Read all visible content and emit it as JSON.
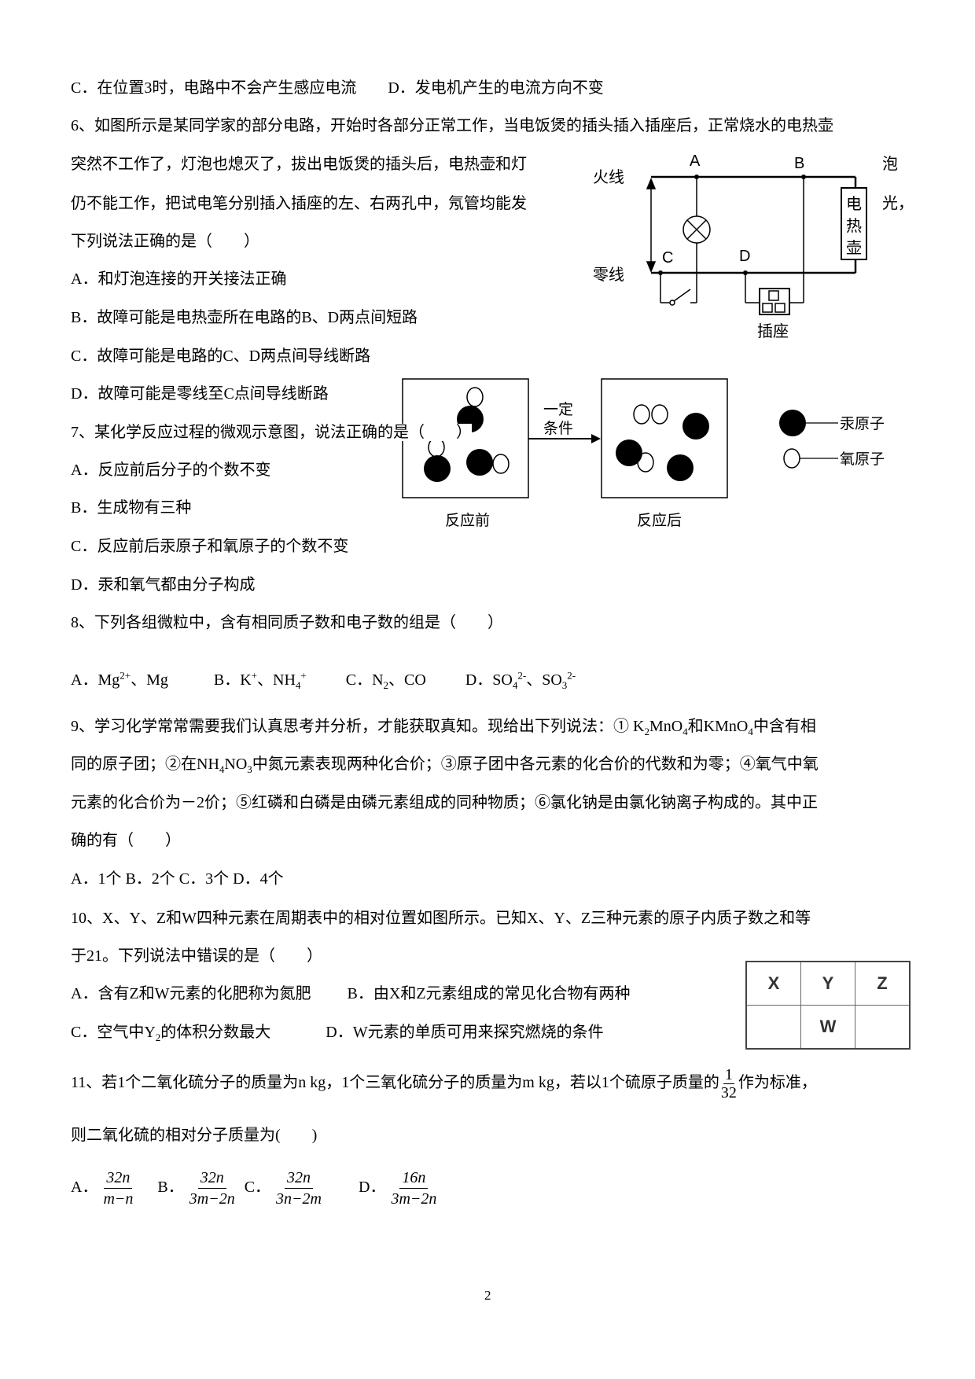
{
  "q5": {
    "optC": "C．在位置3时，电路中不会产生感应电流",
    "optD": "D．发电机产生的电流方向不变"
  },
  "q6": {
    "line1": "6、如图所示是某同学家的部分电路，开始时各部分正常工作，当电饭煲的插头插入插座后，正常烧水的电热壶",
    "line2": "突然不工作了，灯泡也熄灭了，拔出电饭煲的插头后，电热壶和灯",
    "line2_end": "泡",
    "line3": "仍不能工作，把试电笔分别插入插座的左、右两孔中，氖管均能发",
    "line3_end": "光，",
    "line4": "下列说法正确的是（　　）",
    "options": [
      "A．和灯泡连接的开关接法正确",
      "B．故障可能是电热壶所在电路的B、D两点间短路",
      "C．故障可能是电路的C、D两点间导线断路",
      "D．故障可能是零线至C点间导线断路"
    ],
    "diagram": {
      "live": "火线",
      "neutral": "零线",
      "A": "A",
      "B": "B",
      "C": "C",
      "D": "D",
      "kettle": [
        "电",
        "热",
        "壶"
      ],
      "socket": "插座"
    }
  },
  "q7": {
    "stem": "7、某化学反应过程的微观示意图，说法正确的是（　　）",
    "options": [
      "A．反应前后分子的个数不变",
      "B．生成物有三种",
      "C．反应前后汞原子和氧原子的个数不变",
      "D．汞和氧气都由分子构成"
    ],
    "figure": {
      "condition1": "一定",
      "condition2": "条件",
      "before": "反应前",
      "after": "反应后",
      "legend_hg": "汞原子",
      "legend_o": "氧原子"
    }
  },
  "q8": {
    "stem": "8、下列各组微粒中，含有相同质子数和电子数的组是（　　）",
    "A": {
      "label": "A．Mg",
      "sup": "2+",
      "rest": "、Mg"
    },
    "B": {
      "label": "B．K",
      "sup": "+",
      "mid": "、NH",
      "sub": "4",
      "sup2": "+"
    },
    "C": {
      "label": "C．N",
      "sub": "2",
      "rest": "、CO"
    },
    "D": {
      "label": "D．SO",
      "sub": "4",
      "sup": "2-",
      "mid": "、SO",
      "sub2": "3",
      "sup2": "2-"
    }
  },
  "q9": {
    "l1a": "9、学习化学常常需要我们认真思考并分析，才能获取真知。现给出下列说法：① K",
    "l1s1": "2",
    "l1b": "MnO",
    "l1s2": "4",
    "l1c": "和KMnO",
    "l1s3": "4",
    "l1d": "中含有相",
    "l2a": "同的原子团；②在NH",
    "l2s1": "4",
    "l2b": "NO",
    "l2s2": "3",
    "l2c": "中氮元素表现两种化合价；③原子团中各元素的化合价的代数和为零；④氧气中氧",
    "l3": "元素的化合价为－2价；⑤红磷和白磷是由磷元素组成的同种物质；⑥氯化钠是由氯化钠离子构成的。其中正",
    "l4": "确的有（　　）",
    "options": "A．1个  B．2个  C．3个  D．4个"
  },
  "q10": {
    "l1": "10、X、Y、Z和W四种元素在周期表中的相对位置如图所示。已知X、Y、Z三种元素的原子内质子数之和等",
    "l2": "于21。下列说法中错误的是（　　）",
    "optA": "A．含有Z和W元素的化肥称为氮肥",
    "optB": "B．由X和Z元素组成的常见化合物有两种",
    "optC_a": "C．空气中Y",
    "optC_sub": "2",
    "optC_b": "的体积分数最大",
    "optD": "D．W元素的单质可用来探究燃烧的条件",
    "table": [
      [
        "X",
        "Y",
        "Z"
      ],
      [
        "",
        "W",
        ""
      ]
    ]
  },
  "q11": {
    "l1a": "11、若1个二氧化硫分子的质量为n kg，1个三氧化硫分子的质量为m kg，若以1个硫原子质量的",
    "frac_num": "1",
    "frac_den": "32",
    "l1b": "作为标准，",
    "l2": "则二氧化硫的相对分子质量为(　　)",
    "options": [
      {
        "label": "A．",
        "num": "32n",
        "den": "m−n"
      },
      {
        "label": "B．",
        "num": "32n",
        "den": "3m−2n"
      },
      {
        "label": "C．",
        "num": "32n",
        "den": "3n−2m"
      },
      {
        "label": "D．",
        "num": "16n",
        "den": "3m−2n"
      }
    ]
  },
  "page_number": "2"
}
